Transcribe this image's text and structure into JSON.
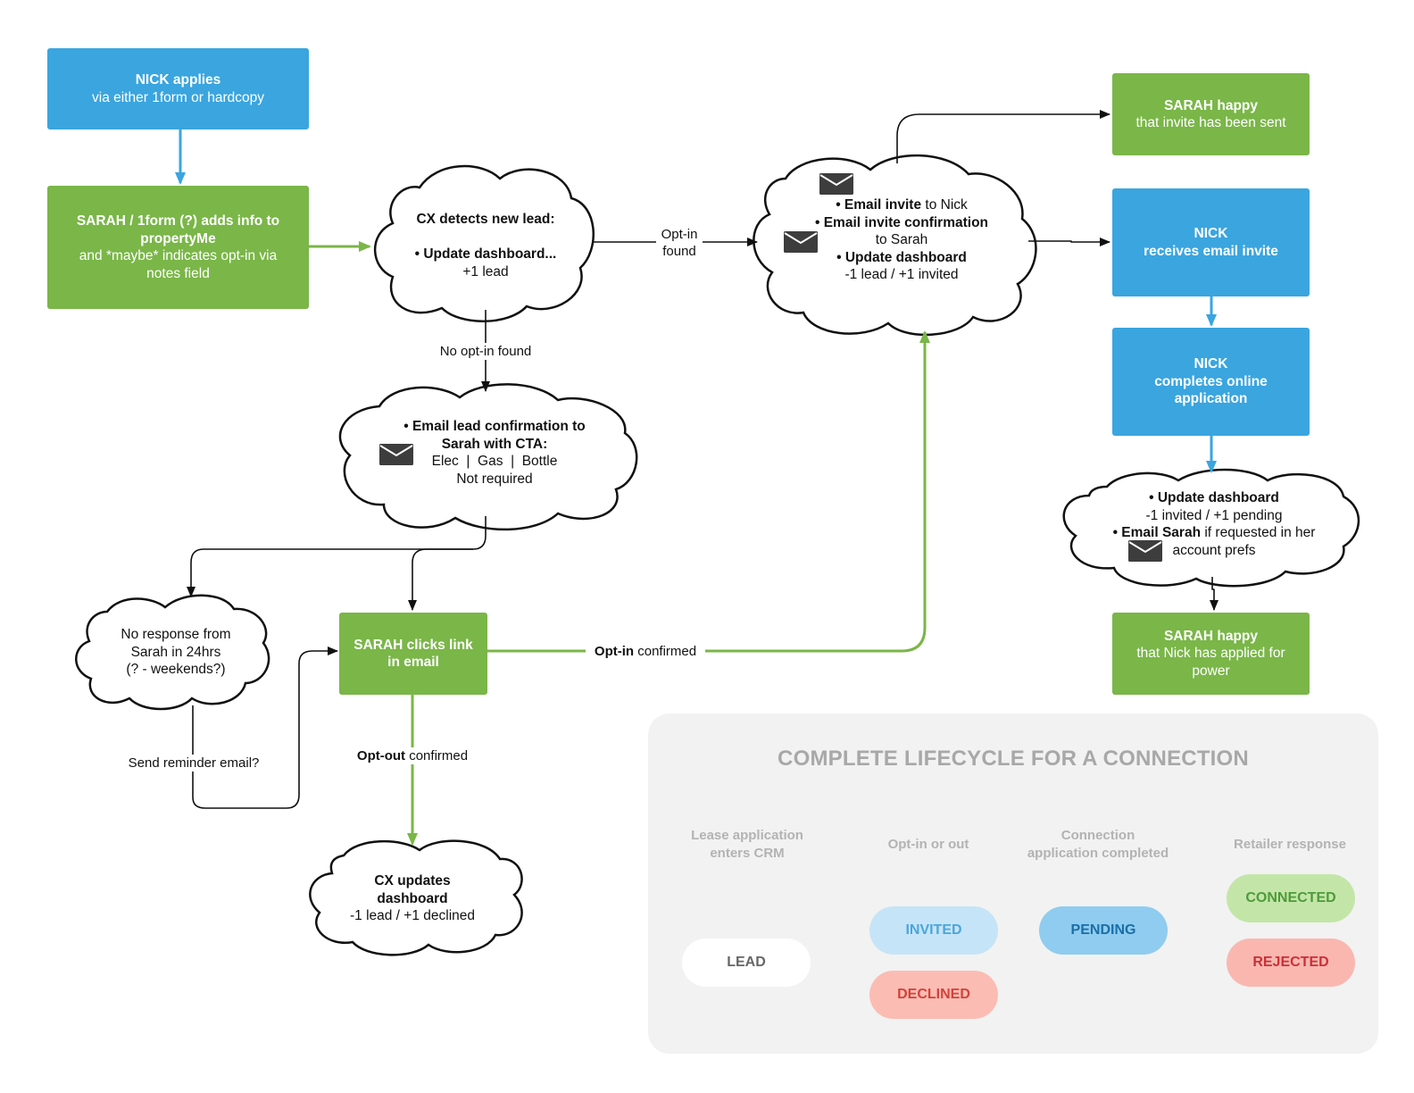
{
  "nodes": {
    "nick_applies": {
      "title": "NICK applies",
      "sub": "via either 1form or hardcopy"
    },
    "sarah_adds": {
      "title_1": "SARAH / 1form (?) adds info to",
      "title_2": "propertyMe",
      "sub_1": "and *maybe* indicates opt-in via",
      "sub_2": "notes field"
    },
    "cx_detects": {
      "title": "CX detects new lead:",
      "item": "• Update dashboard...",
      "sub": "+1 lead"
    },
    "email_lead": {
      "line_1": "• Email lead confirmation to",
      "line_2": "Sarah with CTA:",
      "line_3": "Elec  |  Gas  |  Bottle",
      "line_4": "Not required"
    },
    "no_response": {
      "line_1": "No response from",
      "line_2": "Sarah in 24hrs",
      "line_3": "(? - weekends?)"
    },
    "sarah_clicks": {
      "line_1": "SARAH clicks link",
      "line_2": "in email"
    },
    "cx_updates": {
      "line_1": "CX updates",
      "line_2": "dashboard",
      "line_3": "-1 lead / +1 declined"
    },
    "invite_cloud": {
      "b1": "• Email invite",
      "t1": " to Nick",
      "b2": "• Email invite confirmation",
      "t2": "to Sarah",
      "b3": "• Update dashboard",
      "t3": "-1 lead / +1 invited"
    },
    "sarah_happy_1": {
      "title": "SARAH happy",
      "sub": "that invite has been sent"
    },
    "nick_receives": {
      "line_1": "NICK",
      "line_2": "receives email invite"
    },
    "nick_completes": {
      "line_1": "NICK",
      "line_2": "completes online",
      "line_3": "application"
    },
    "pending_cloud": {
      "b1": "• Update dashboard",
      "t1": "-1 invited / +1 pending",
      "b2": "• Email Sarah",
      "t2": " if requested in her",
      "t3": "account prefs"
    },
    "sarah_happy_2": {
      "title": "SARAH happy",
      "sub_1": "that Nick has applied for",
      "sub_2": "power"
    }
  },
  "edge_labels": {
    "opt_in_found_1": "Opt-in",
    "opt_in_found_2": "found",
    "no_opt_in": "No opt-in found",
    "send_reminder": "Send reminder email?",
    "opt_in_confirmed_b": "Opt-in",
    "opt_in_confirmed_t": " confirmed",
    "opt_out_confirmed_b": "Opt-out",
    "opt_out_confirmed_t": " confirmed"
  },
  "lifecycle": {
    "title": "COMPLETE LIFECYCLE FOR A CONNECTION",
    "headers": {
      "h1_1": "Lease application",
      "h1_2": "enters CRM",
      "h2": "Opt-in or out",
      "h3_1": "Connection",
      "h3_2": "application completed",
      "h4": "Retailer response"
    },
    "states": {
      "lead": "LEAD",
      "invited": "INVITED",
      "declined": "DECLINED",
      "pending": "PENDING",
      "connected": "CONNECTED",
      "rejected": "REJECTED"
    }
  },
  "colors": {
    "blue_box": "#3aa5df",
    "green_box": "#7ab648",
    "invited_pill": "#c6e4f7",
    "declined_pill": "#fbbcb3",
    "pending_pill": "#8fccef",
    "connected_pill": "#c3e6a8",
    "rejected_pill": "#f9b7b0"
  },
  "icons": [
    "envelope-icon"
  ]
}
